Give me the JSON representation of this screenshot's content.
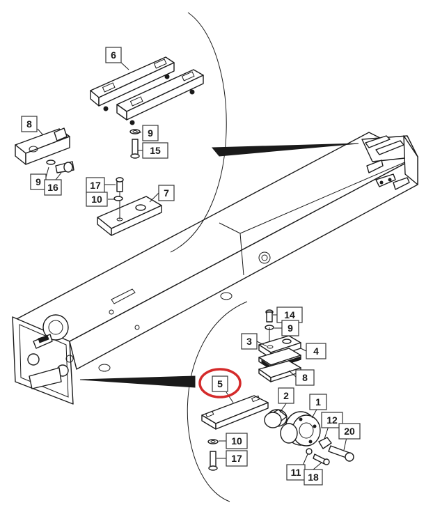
{
  "labels": {
    "l1": "1",
    "l2": "2",
    "l3": "3",
    "l4": "4",
    "l5": "5",
    "l6": "6",
    "l7": "7",
    "l8a": "8",
    "l8b": "8",
    "l9a": "9",
    "l9b": "9",
    "l9c": "9",
    "l10a": "10",
    "l10b": "10",
    "l11": "11",
    "l12": "12",
    "l14": "14",
    "l15": "15",
    "l16": "16",
    "l17a": "17",
    "l17b": "17",
    "l18": "18",
    "l20": "20"
  },
  "colors": {
    "highlight": "#d42a2a",
    "line": "#1a1a1a"
  },
  "highlighted_part": "5"
}
